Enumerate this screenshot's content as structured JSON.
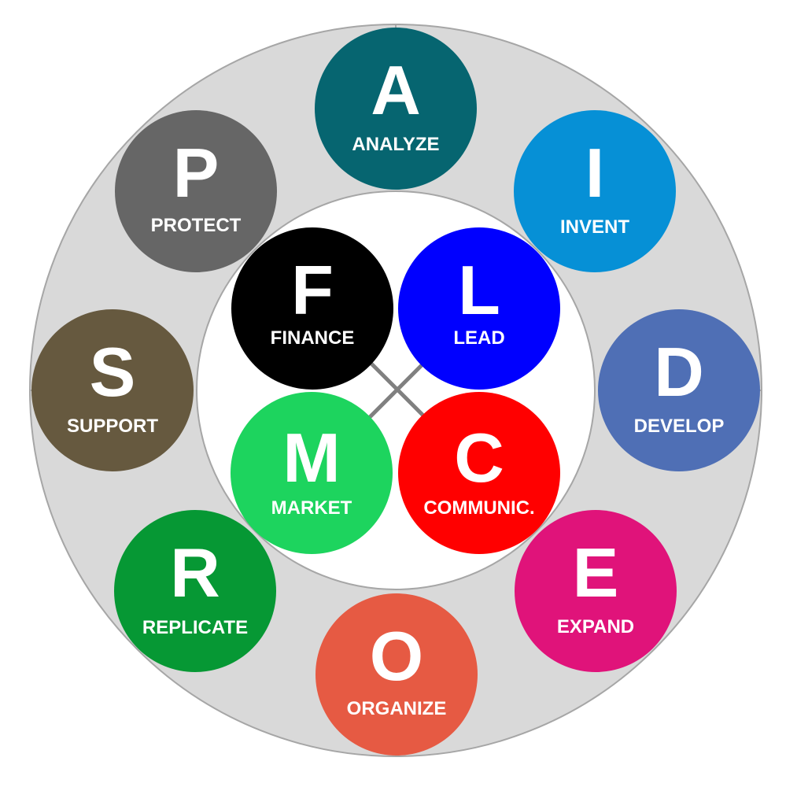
{
  "outer_ring": [
    {
      "id": "analyze",
      "letter": "A",
      "label": "ANALYZE",
      "color": "#066570"
    },
    {
      "id": "invent",
      "letter": "I",
      "label": "INVENT",
      "color": "#0690D6"
    },
    {
      "id": "develop",
      "letter": "D",
      "label": "DEVELOP",
      "color": "#4F6FB5"
    },
    {
      "id": "expand",
      "letter": "E",
      "label": "EXPAND",
      "color": "#E0137A"
    },
    {
      "id": "organize",
      "letter": "O",
      "label": "ORGANIZE",
      "color": "#E65A43"
    },
    {
      "id": "replicate",
      "letter": "R",
      "label": "REPLICATE",
      "color": "#069834"
    },
    {
      "id": "support",
      "letter": "S",
      "label": "SUPPORT",
      "color": "#66593F"
    },
    {
      "id": "protect",
      "letter": "P",
      "label": "PROTECT",
      "color": "#666666"
    }
  ],
  "inner_core": [
    {
      "id": "finance",
      "letter": "F",
      "label": "FINANCE",
      "color": "#000000"
    },
    {
      "id": "lead",
      "letter": "L",
      "label": "LEAD",
      "color": "#0000FF"
    },
    {
      "id": "market",
      "letter": "M",
      "label": "MARKET",
      "color": "#1DD45E"
    },
    {
      "id": "communicate",
      "letter": "C",
      "label": "COMMUNIC.",
      "color": "#FF0000"
    }
  ],
  "colors": {
    "ring_fill": "#D9D9D9",
    "ring_stroke": "#A6A6A6",
    "center_fill": "#FFFFFF",
    "connector": "#808080"
  }
}
